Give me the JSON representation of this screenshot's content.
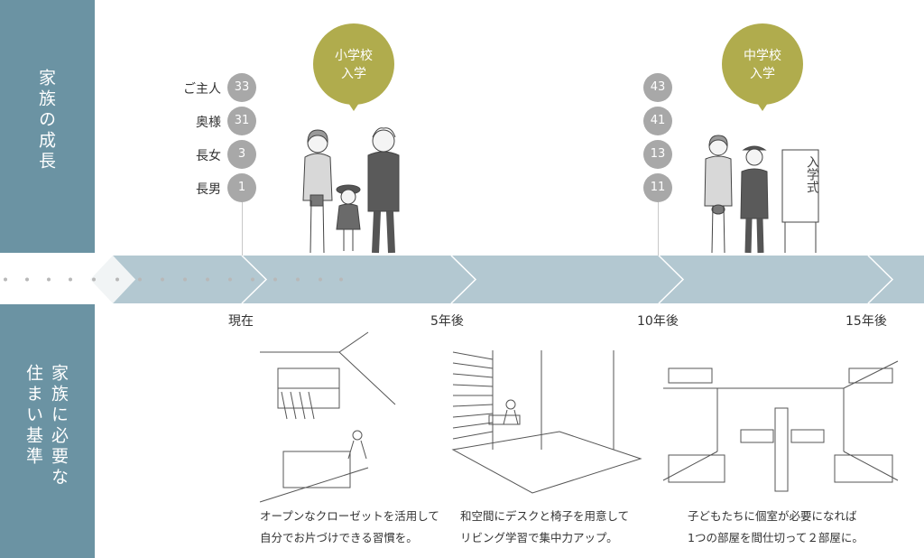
{
  "sidebar": {
    "top_label": "家族の成長",
    "bottom_col1": "住まい基準",
    "bottom_col2": "家族に必要な"
  },
  "members": [
    {
      "label": "ご主人",
      "age_now": "33",
      "age_10y": "43"
    },
    {
      "label": "奥様",
      "age_now": "31",
      "age_10y": "41"
    },
    {
      "label": "長女",
      "age_now": "3",
      "age_10y": "13"
    },
    {
      "label": "長男",
      "age_now": "1",
      "age_10y": "11"
    }
  ],
  "events": [
    {
      "line1": "小学校",
      "line2": "入学"
    },
    {
      "line1": "中学校",
      "line2": "入学"
    }
  ],
  "sign_text": "入学式",
  "timeline": {
    "ticks": [
      "現在",
      "5年後",
      "10年後",
      "15年後"
    ]
  },
  "captions": [
    {
      "line1": "オープンなクローゼットを活用して",
      "line2": "自分でお片づけできる習慣を。"
    },
    {
      "line1": "和空間にデスクと椅子を用意して",
      "line2": "リビング学習で集中力アップ。"
    },
    {
      "line1": "子どもたちに個室が必要になれば",
      "line2": "1つの部屋を間仕切って２部屋に。"
    }
  ],
  "colors": {
    "sidebar": "#6b93a3",
    "band": "#b3c8d1",
    "bubble": "#b0ac4d",
    "age_circle": "#a8a8a8"
  }
}
